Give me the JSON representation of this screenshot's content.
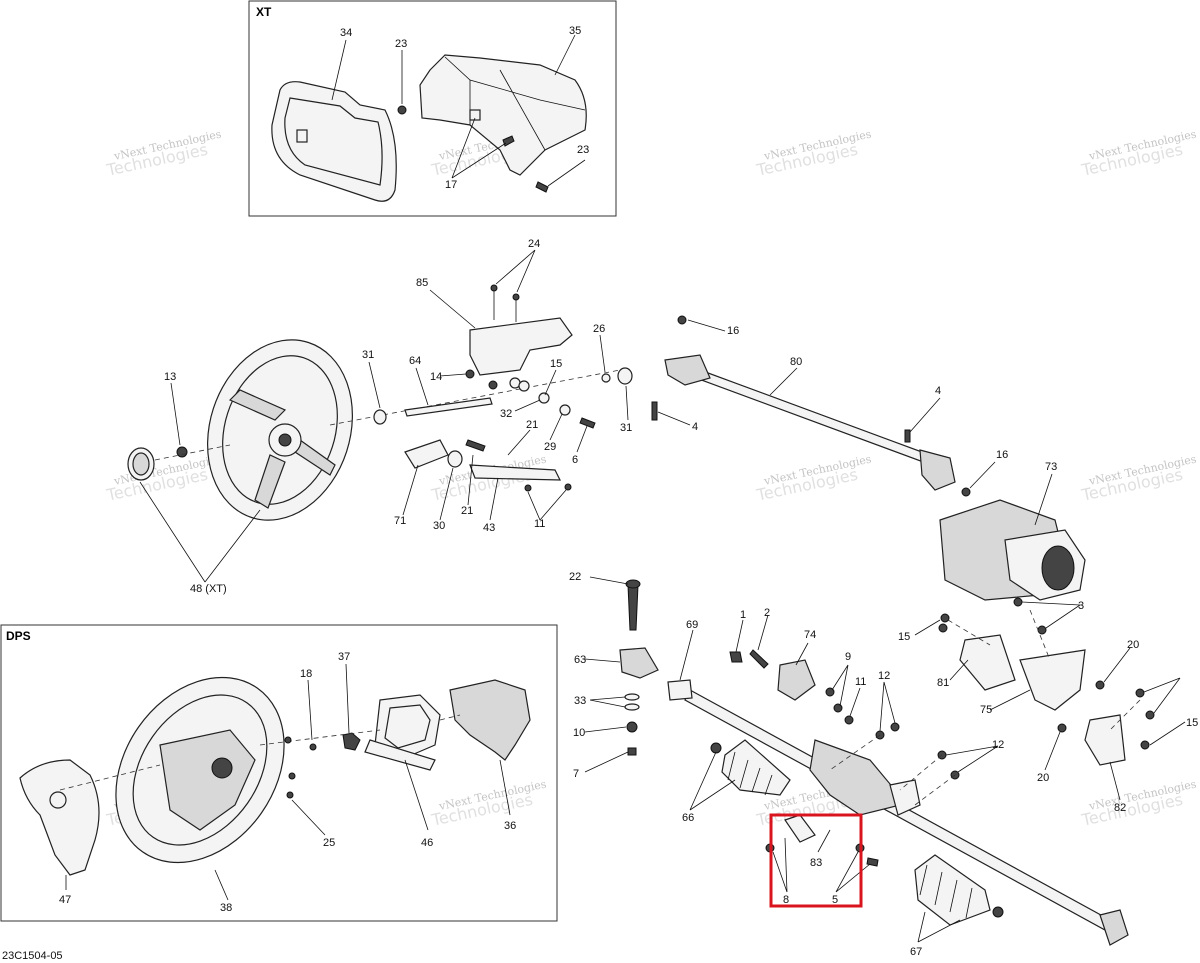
{
  "insets": [
    {
      "id": "xt",
      "title": "XT"
    },
    {
      "id": "dps",
      "title": "DPS"
    }
  ],
  "diagram_code": "23C1504-05",
  "watermark": {
    "line1": "vNext Technologies",
    "line2": "Technologies"
  },
  "callouts": [
    "34",
    "23",
    "35",
    "23",
    "17",
    "24",
    "85",
    "13",
    "31",
    "64",
    "14",
    "15",
    "26",
    "16",
    "80",
    "4",
    "32",
    "6",
    "29",
    "31",
    "4",
    "21",
    "21",
    "71",
    "30",
    "43",
    "11",
    "16",
    "73",
    "48 (XT)",
    "22",
    "69",
    "1",
    "2",
    "74",
    "9",
    "11",
    "63",
    "12",
    "33",
    "10",
    "7",
    "3",
    "15",
    "20",
    "81",
    "75",
    "20",
    "82",
    "15",
    "12",
    "66",
    "83",
    "8",
    "5",
    "67",
    "18",
    "37",
    "47",
    "25",
    "46",
    "36",
    "38"
  ],
  "highlight": {
    "color": "#d9141e",
    "label": "83"
  }
}
